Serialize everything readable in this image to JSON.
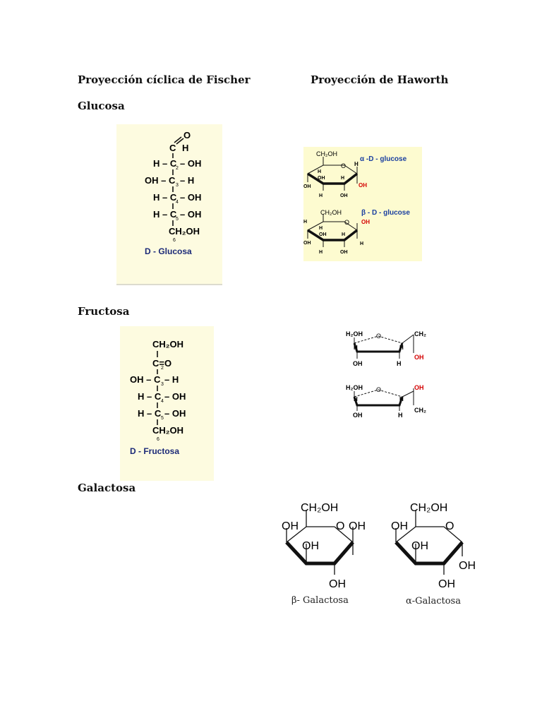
{
  "headings": {
    "fischer": "Proyección cíclica de Fischer",
    "haworth": "Proyección de Haworth",
    "glucosa": "Glucosa",
    "fructosa": "Fructosa",
    "galactosa": "Galactosa"
  },
  "glucose_fischer": {
    "top_o": "O",
    "top_h": "H",
    "c1": "C",
    "c2_left": "H – C",
    "c2_right": "– OH",
    "c2_sub": "2",
    "c3_left": "OH – C",
    "c3_right": "– H",
    "c3_sub": "3",
    "c4_left": "H – C",
    "c4_right": "– OH",
    "c4_sub": "4",
    "c5_left": "H – C",
    "c5_right": "– OH",
    "c5_sub": "5",
    "bottom": "CH₂OH",
    "bottom_sub": "6",
    "caption": "D - Glucosa"
  },
  "glucose_haworth": {
    "alpha_label": "α -D - glucose",
    "beta_label": "β - D - glucose",
    "ch2oh": "CH₂OH",
    "o": "O",
    "h": "H",
    "oh": "OH"
  },
  "fructose_fischer": {
    "top": "CH₂OH",
    "c2": "C=O",
    "c2_sub": "2",
    "c3_left": "OH – C",
    "c3_right": "– H",
    "c3_sub": "3",
    "c4_left": "H – C",
    "c4_right": "– OH",
    "c4_sub": "4",
    "c5_left": "H – C",
    "c5_right": "– OH",
    "c5_sub": "5",
    "bottom": "CH₂OH",
    "bottom_sub": "6",
    "caption": "D - Fructosa"
  },
  "fructose_haworth": {
    "h2oh": "H₂OH",
    "o": "O",
    "ch2": "CH₂",
    "h": "H",
    "oh": "OH"
  },
  "galactose_haworth": {
    "ch2oh": "CH₂OH",
    "oh": "OH",
    "o": "O",
    "beta_caption": "β- Galactosa",
    "alpha_caption": "α-Galactosa"
  }
}
